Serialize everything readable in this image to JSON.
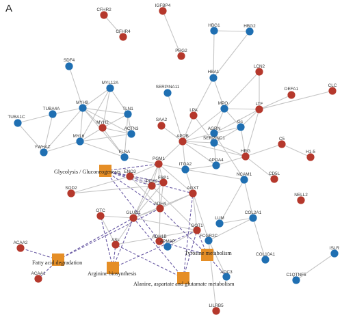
{
  "panel_label": "A",
  "colors": {
    "blue_node": "#1f6fb2",
    "red_node": "#b5382c",
    "pathway_node": "#e58e26",
    "edge": "#c4c4c4",
    "pathway_edge": "#6b5ca5"
  },
  "nodes": [
    {
      "id": "CFHR2",
      "label": "CFHR2",
      "color": "red"
    },
    {
      "id": "CFHR4",
      "label": "CFHR4",
      "color": "red"
    },
    {
      "id": "IGFBP4",
      "label": "IGFBP4",
      "color": "red"
    },
    {
      "id": "HBG1",
      "label": "HBG1",
      "color": "blue"
    },
    {
      "id": "HBG2",
      "label": "HBG2",
      "color": "blue"
    },
    {
      "id": "PRG2",
      "label": "PRG2",
      "color": "red"
    },
    {
      "id": "LCN2",
      "label": "LCN2",
      "color": "red"
    },
    {
      "id": "SDF4",
      "label": "SDF4",
      "color": "blue"
    },
    {
      "id": "HBA1",
      "label": "HBA1",
      "color": "blue"
    },
    {
      "id": "DEFA1",
      "label": "DEFA1",
      "color": "red"
    },
    {
      "id": "CLC",
      "label": "CLC",
      "color": "red"
    },
    {
      "id": "MYL12A",
      "label": "MYL12A",
      "color": "blue"
    },
    {
      "id": "SERPINA11",
      "label": "SERPINA11",
      "color": "blue"
    },
    {
      "id": "MYH9",
      "label": "MYH9",
      "color": "blue"
    },
    {
      "id": "TLN1",
      "label": "TLN1",
      "color": "blue"
    },
    {
      "id": "MPO",
      "label": "MPO",
      "color": "blue"
    },
    {
      "id": "LTF",
      "label": "LTF",
      "color": "red"
    },
    {
      "id": "TUBA4A",
      "label": "TUBA4A",
      "color": "blue"
    },
    {
      "id": "LPA",
      "label": "LPA",
      "color": "red"
    },
    {
      "id": "SAA2",
      "label": "SAA2",
      "color": "red"
    },
    {
      "id": "TUBA1C",
      "label": "TUBA1C",
      "color": "blue"
    },
    {
      "id": "MYH2",
      "label": "MYH2",
      "color": "red"
    },
    {
      "id": "ACTN3",
      "label": "ACTN3",
      "color": "blue"
    },
    {
      "id": "Gc",
      "label": "Gc",
      "color": "blue"
    },
    {
      "id": "AGRN",
      "label": "AGRN",
      "color": "blue"
    },
    {
      "id": "MYL6",
      "label": "MYL6",
      "color": "blue"
    },
    {
      "id": "APOB",
      "label": "APOB",
      "color": "red"
    },
    {
      "id": "SERPINC1",
      "label": "SERPINC1",
      "color": "blue"
    },
    {
      "id": "C5",
      "label": "C5",
      "color": "red"
    },
    {
      "id": "YWHAZ",
      "label": "YWHAZ",
      "color": "blue"
    },
    {
      "id": "FLNA",
      "label": "FLNA",
      "color": "blue"
    },
    {
      "id": "H1-5",
      "label": "H1-5",
      "color": "red"
    },
    {
      "id": "HRG",
      "label": "HRG",
      "color": "red"
    },
    {
      "id": "PGM1",
      "label": "PGM1",
      "color": "red"
    },
    {
      "id": "APOA4",
      "label": "APOA4",
      "color": "blue"
    },
    {
      "id": "ITGA2",
      "label": "ITGA2",
      "color": "blue"
    },
    {
      "id": "CD5L",
      "label": "CD5L",
      "color": "red"
    },
    {
      "id": "ENO3",
      "label": "ENO3",
      "color": "red"
    },
    {
      "id": "NCAM1",
      "label": "NCAM1",
      "color": "blue"
    },
    {
      "id": "PCK2",
      "label": "PCK2",
      "color": "red"
    },
    {
      "id": "FBP1",
      "label": "FBP1",
      "color": "red"
    },
    {
      "id": "SOD2",
      "label": "SOD2",
      "color": "red"
    },
    {
      "id": "NELL2",
      "label": "NELL2",
      "color": "red"
    },
    {
      "id": "AGXT",
      "label": "AGXT",
      "color": "red"
    },
    {
      "id": "ADH4",
      "label": "ADH4",
      "color": "red"
    },
    {
      "id": "OTC",
      "label": "OTC",
      "color": "red"
    },
    {
      "id": "GLUD1",
      "label": "GLUD1",
      "color": "red"
    },
    {
      "id": "LUM",
      "label": "LUM",
      "color": "blue"
    },
    {
      "id": "COL2A1",
      "label": "COL2A1",
      "color": "blue"
    },
    {
      "id": "GOT1",
      "label": "GOT1",
      "color": "red"
    },
    {
      "id": "FCGR2C",
      "label": "FCGR2C",
      "color": "blue"
    },
    {
      "id": "ADH1B",
      "label": "ADH1B",
      "color": "red"
    },
    {
      "id": "ASL",
      "label": "ASL",
      "color": "red"
    },
    {
      "id": "APMAP",
      "label": "APMAP",
      "color": "blue"
    },
    {
      "id": "ACAA2",
      "label": "ACAA2",
      "color": "red"
    },
    {
      "id": "COL10A1",
      "label": "COL10A1",
      "color": "blue"
    },
    {
      "id": "ISLR",
      "label": "ISLR",
      "color": "blue"
    },
    {
      "id": "C1QTNF5",
      "label": "C1QTNF5",
      "color": "blue"
    },
    {
      "id": "AOC3",
      "label": "AOC3",
      "color": "blue"
    },
    {
      "id": "ACAA1",
      "label": "ACAA1",
      "color": "red"
    },
    {
      "id": "LILRB5",
      "label": "LILRB5",
      "color": "red"
    }
  ],
  "pathways": [
    {
      "id": "glycolysis",
      "label": "Glycolysis / Gluconeogenesis"
    },
    {
      "id": "fatty",
      "label": "Fatty acid degradation"
    },
    {
      "id": "arginine",
      "label": "Arginine biosynthesis"
    },
    {
      "id": "alanine",
      "label": "Alanine, aspartate and glutamate metabolism"
    },
    {
      "id": "tyrosine",
      "label": "Tyrosine metabolism"
    }
  ],
  "edges": [
    [
      "CFHR2",
      "CFHR4"
    ],
    [
      "IGFBP4",
      "PRG2"
    ],
    [
      "HBG1",
      "HBA1"
    ],
    [
      "HBG2",
      "HBA1"
    ],
    [
      "HBG1",
      "HBG2"
    ],
    [
      "HBA1",
      "MPO"
    ],
    [
      "HBA1",
      "LPA"
    ],
    [
      "LCN2",
      "LTF"
    ],
    [
      "LCN2",
      "MPO"
    ],
    [
      "DEFA1",
      "LTF"
    ],
    [
      "CLC",
      "LTF"
    ],
    [
      "MPO",
      "LTF"
    ],
    [
      "MPO",
      "APOB"
    ],
    [
      "MPO",
      "Gc"
    ],
    [
      "MPO",
      "AGRN"
    ],
    [
      "LTF",
      "Gc"
    ],
    [
      "LTF",
      "HRG"
    ],
    [
      "LTF",
      "AGRN"
    ],
    [
      "SERPINA11",
      "APOB"
    ],
    [
      "SAA2",
      "APOB"
    ],
    [
      "LPA",
      "APOB"
    ],
    [
      "LPA",
      "SERPINC1"
    ],
    [
      "APOB",
      "SERPINC1"
    ],
    [
      "APOB",
      "AGRN"
    ],
    [
      "APOB",
      "APOA4"
    ],
    [
      "APOB",
      "HRG"
    ],
    [
      "APOB",
      "PGM1"
    ],
    [
      "SERPINC1",
      "Gc"
    ],
    [
      "SERPINC1",
      "HRG"
    ],
    [
      "SERPINC1",
      "APOA4"
    ],
    [
      "Gc",
      "HRG"
    ],
    [
      "Gc",
      "AGRN"
    ],
    [
      "HRG",
      "APOA4"
    ],
    [
      "HRG",
      "C5"
    ],
    [
      "HRG",
      "CD5L"
    ],
    [
      "C5",
      "H1-5"
    ],
    [
      "APOA4",
      "ITGA2"
    ],
    [
      "ITGA2",
      "NCAM1"
    ],
    [
      "ITGA2",
      "APOB"
    ],
    [
      "NCAM1",
      "COL2A1"
    ],
    [
      "NCAM1",
      "AGRN"
    ],
    [
      "NCAM1",
      "LUM"
    ],
    [
      "COL2A1",
      "LUM"
    ],
    [
      "COL2A1",
      "FCGR2C"
    ],
    [
      "COL2A1",
      "COL10A1"
    ],
    [
      "ISLR",
      "C1QTNF5"
    ],
    [
      "FCGR2C",
      "LILRB5"
    ],
    [
      "FCGR2C",
      "ITGA2"
    ],
    [
      "SDF4",
      "MYH9"
    ],
    [
      "MYH9",
      "MYL12A"
    ],
    [
      "MYH9",
      "TLN1"
    ],
    [
      "MYH9",
      "MYH2"
    ],
    [
      "MYH9",
      "ACTN3"
    ],
    [
      "MYH9",
      "MYL6"
    ],
    [
      "MYH9",
      "TUBA4A"
    ],
    [
      "MYH9",
      "YWHAZ"
    ],
    [
      "MYH9",
      "FLNA"
    ],
    [
      "MYL12A",
      "TLN1"
    ],
    [
      "MYL12A",
      "MYH2"
    ],
    [
      "MYL12A",
      "MYL6"
    ],
    [
      "TLN1",
      "ACTN3"
    ],
    [
      "TLN1",
      "FLNA"
    ],
    [
      "TLN1",
      "MYH2"
    ],
    [
      "MYH2",
      "ACTN3"
    ],
    [
      "MYH2",
      "MYL6"
    ],
    [
      "MYH2",
      "FLNA"
    ],
    [
      "MYL6",
      "ACTN3"
    ],
    [
      "MYL6",
      "FLNA"
    ],
    [
      "TUBA4A",
      "TUBA1C"
    ],
    [
      "TUBA4A",
      "YWHAZ"
    ],
    [
      "TUBA1C",
      "YWHAZ"
    ],
    [
      "YWHAZ",
      "MYL6"
    ],
    [
      "FLNA",
      "ITGA2"
    ],
    [
      "PGM1",
      "ENO3"
    ],
    [
      "PGM1",
      "PCK2"
    ],
    [
      "PGM1",
      "FBP1"
    ],
    [
      "PGM1",
      "AGXT"
    ],
    [
      "PGM1",
      "ADH4"
    ],
    [
      "PGM1",
      "GLUD1"
    ],
    [
      "ENO3",
      "PCK2"
    ],
    [
      "ENO3",
      "FBP1"
    ],
    [
      "ENO3",
      "ADH4"
    ],
    [
      "PCK2",
      "FBP1"
    ],
    [
      "PCK2",
      "GLUD1"
    ],
    [
      "PCK2",
      "GOT1"
    ],
    [
      "FBP1",
      "ADH4"
    ],
    [
      "FBP1",
      "GLUD1"
    ],
    [
      "AGXT",
      "GOT1"
    ],
    [
      "AGXT",
      "GLUD1"
    ],
    [
      "AGXT",
      "ADH4"
    ],
    [
      "ADH4",
      "ADH1B"
    ],
    [
      "ADH4",
      "GLUD1"
    ],
    [
      "GLUD1",
      "OTC"
    ],
    [
      "GLUD1",
      "ASL"
    ],
    [
      "GLUD1",
      "GOT1"
    ],
    [
      "OTC",
      "ASL"
    ],
    [
      "ASL",
      "GOT1"
    ],
    [
      "GOT1",
      "APMAP"
    ],
    [
      "ADH1B",
      "APMAP"
    ],
    [
      "SOD2",
      "ENO3"
    ],
    [
      "SOD2",
      "PCK2"
    ],
    [
      "AOC3",
      "FCGR2C"
    ]
  ],
  "pathway_edges": [
    [
      "glycolysis",
      "PGM1"
    ],
    [
      "glycolysis",
      "ENO3"
    ],
    [
      "glycolysis",
      "PCK2"
    ],
    [
      "glycolysis",
      "FBP1"
    ],
    [
      "glycolysis",
      "ADH4"
    ],
    [
      "glycolysis",
      "ADH1B"
    ],
    [
      "glycolysis",
      "AGXT"
    ],
    [
      "fatty",
      "ACAA2"
    ],
    [
      "fatty",
      "ACAA1"
    ],
    [
      "fatty",
      "ADH4"
    ],
    [
      "fatty",
      "GLUD1"
    ],
    [
      "arginine",
      "OTC"
    ],
    [
      "arginine",
      "ASL"
    ],
    [
      "arginine",
      "GLUD1"
    ],
    [
      "arginine",
      "GOT1"
    ],
    [
      "alanine",
      "GLUD1"
    ],
    [
      "alanine",
      "ASL"
    ],
    [
      "alanine",
      "GOT1"
    ],
    [
      "alanine",
      "AGXT"
    ],
    [
      "tyrosine",
      "GOT1"
    ],
    [
      "tyrosine",
      "ADH4"
    ],
    [
      "tyrosine",
      "ADH1B"
    ],
    [
      "tyrosine",
      "AOC3"
    ]
  ]
}
